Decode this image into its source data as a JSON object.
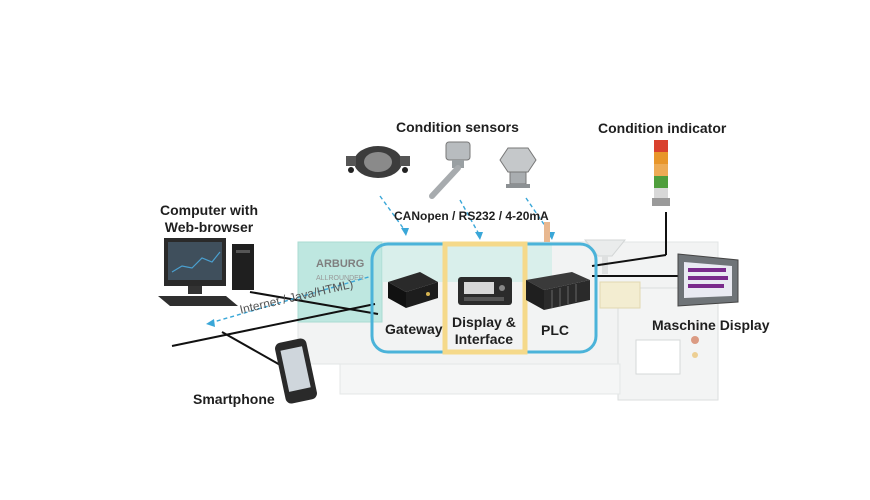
{
  "labels": {
    "condition_sensors": "Condition sensors",
    "condition_indicator": "Condition indicator",
    "computer_line1": "Computer with",
    "computer_line2": "Web-browser",
    "bus": "CANopen / RS232 / 4-20mA",
    "internet": "Internet / Java/HTML)",
    "gateway": "Gateway",
    "display_line1": "Display &",
    "display_line2": "Interface",
    "plc": "PLC",
    "maschine_display": "Maschine Display",
    "smartphone": "Smartphone"
  },
  "machine_brand": "ARBURG",
  "machine_model": "ALLROUNDER",
  "colors": {
    "highlight_border": "#4bb3d9",
    "display_frame": "#f5d98a",
    "machine_teal": "#a9dfd6",
    "machine_body": "#eef0f0",
    "dashed_arrow": "#3aa7d8",
    "line": "#111111",
    "stack_red": "#d9412e",
    "stack_orange": "#e8962a",
    "stack_green": "#4f9e3c",
    "hmi_bars": "#7a2a8c"
  },
  "icons": [
    "sensor-icon",
    "computer-icon",
    "smartphone-icon",
    "signal-tower-icon",
    "gateway-icon",
    "plc-icon",
    "monitor-icon"
  ]
}
